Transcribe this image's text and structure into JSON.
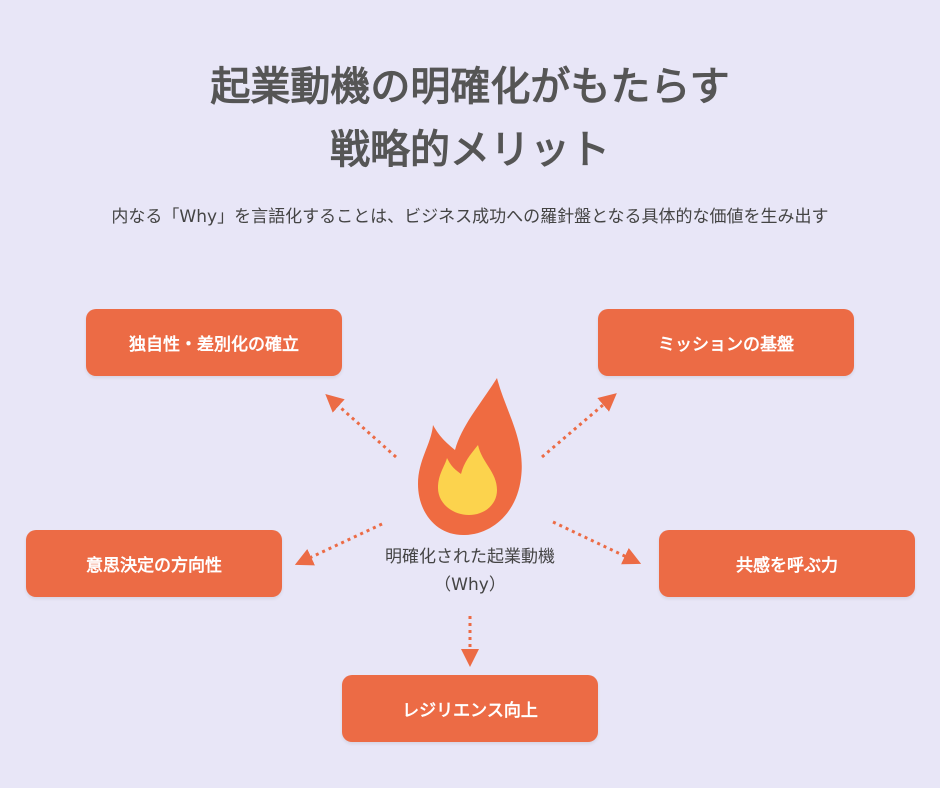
{
  "header": {
    "title_line1": "起業動機の明確化がもたらす",
    "title_line2": "戦略的メリット",
    "subtitle": "内なる「Why」を言語化することは、ビジネス成功への羅針盤となる具体的な価値を生み出す"
  },
  "center": {
    "label": "明確化された起業動機",
    "sublabel": "（Why）",
    "icon": "fire-icon"
  },
  "benefits": {
    "top_left": "独自性・差別化の確立",
    "top_right": "ミッションの基盤",
    "middle_left": "意思決定の方向性",
    "middle_right": "共感を呼ぶ力",
    "bottom": "レジリエンス向上"
  },
  "colors": {
    "background": "#e8e6f7",
    "box": "#ec6b45",
    "arrow": "#ec6b45",
    "flame_outer": "#ef6b41",
    "flame_inner": "#fcd34d",
    "text": "#555555"
  }
}
